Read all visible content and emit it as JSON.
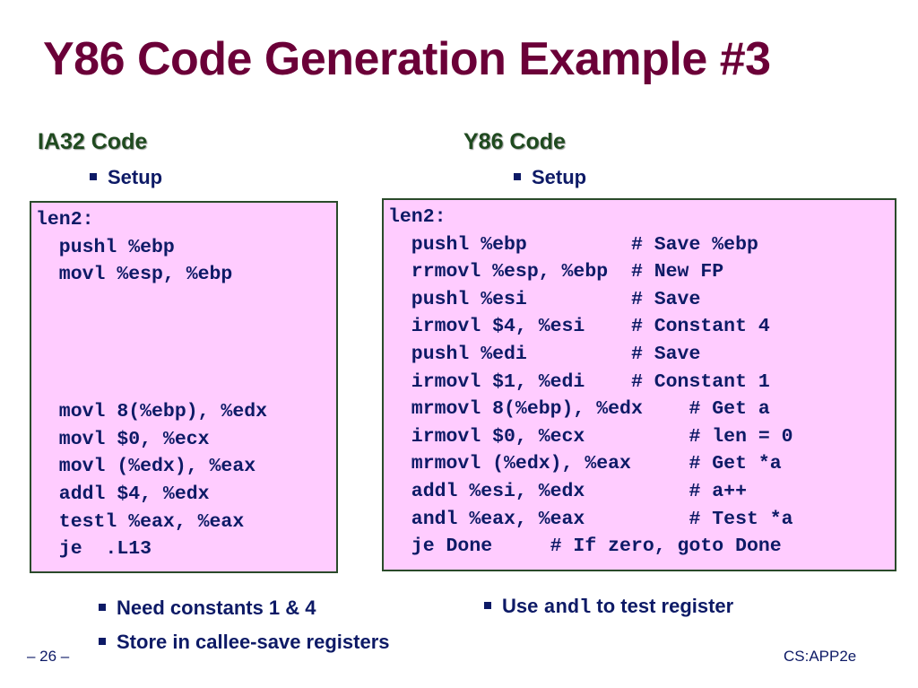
{
  "title": "Y86 Code Generation Example #3",
  "ia32": {
    "heading": "IA32 Code",
    "bullet": "Setup",
    "lines": [
      "len2:",
      "  pushl %ebp",
      "  movl %esp, %ebp",
      "",
      "",
      "",
      "",
      "  movl 8(%ebp), %edx",
      "  movl $0, %ecx",
      "  movl (%edx), %eax",
      "  addl $4, %edx",
      "  testl %eax, %eax",
      "  je  .L13"
    ]
  },
  "y86": {
    "heading": "Y86 Code",
    "bullet": "Setup",
    "lines": [
      "len2:",
      "  pushl %ebp         # Save %ebp",
      "  rrmovl %esp, %ebp  # New FP",
      "  pushl %esi         # Save",
      "  irmovl $4, %esi    # Constant 4",
      "  pushl %edi         # Save",
      "  irmovl $1, %edi    # Constant 1",
      "  mrmovl 8(%ebp), %edx    # Get a",
      "  irmovl $0, %ecx         # len = 0",
      "  mrmovl (%edx), %eax     # Get *a",
      "  addl %esi, %edx         # a++",
      "  andl %eax, %eax         # Test *a",
      "  je Done     # If zero, goto Done"
    ]
  },
  "notes_left": [
    "Need constants 1 & 4",
    "Store in callee-save registers"
  ],
  "note_right": {
    "prefix": "Use ",
    "code": "andl",
    "suffix": " to test register"
  },
  "footer": {
    "page": "– 26 –",
    "course": "CS:APP2e"
  },
  "colors": {
    "title": "#6b0038",
    "heading": "#1f4a1f",
    "text": "#0d1a66",
    "codebox": "#ffccff"
  }
}
